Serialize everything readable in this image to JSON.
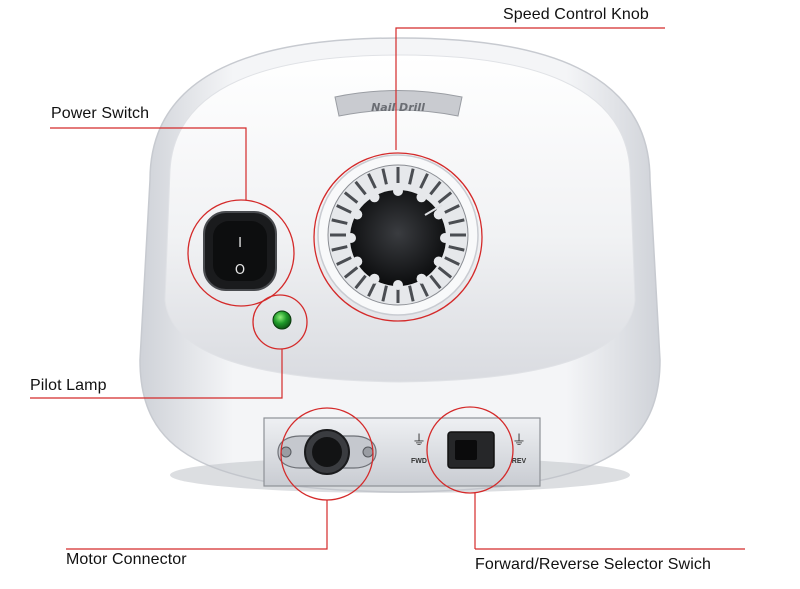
{
  "product": {
    "badge_text": "Nail Drill",
    "body_color": "#f2f3f5",
    "accent_red": "#d42a2a",
    "lamp_color": "#1f9a2a"
  },
  "switch": {
    "on_symbol": "I",
    "off_symbol": "O"
  },
  "selector": {
    "forward_text": "FWD",
    "reverse_text": "REV"
  },
  "callouts": {
    "speed_control_knob": "Speed Control Knob",
    "power_switch": "Power Switch",
    "pilot_lamp": "Pilot Lamp",
    "motor_connector": "Motor Connector",
    "forward_reverse_selector": "Forward/Reverse Selector Swich"
  }
}
